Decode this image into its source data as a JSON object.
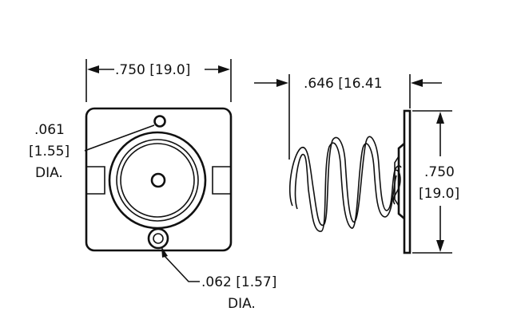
{
  "dimensions": {
    "width_top": ".750 [19.0]",
    "depth_top": ".646 [16.41",
    "height_right_line1": ".750",
    "height_right_line2": "[19.0]",
    "top_hole_line1": ".061",
    "top_hole_line2": "[1.55]",
    "top_hole_line3": "DIA.",
    "bottom_hole_line1": ".062 [1.57]",
    "bottom_hole_line2": "DIA."
  },
  "colors": {
    "line": "#111111",
    "background": "#ffffff"
  }
}
